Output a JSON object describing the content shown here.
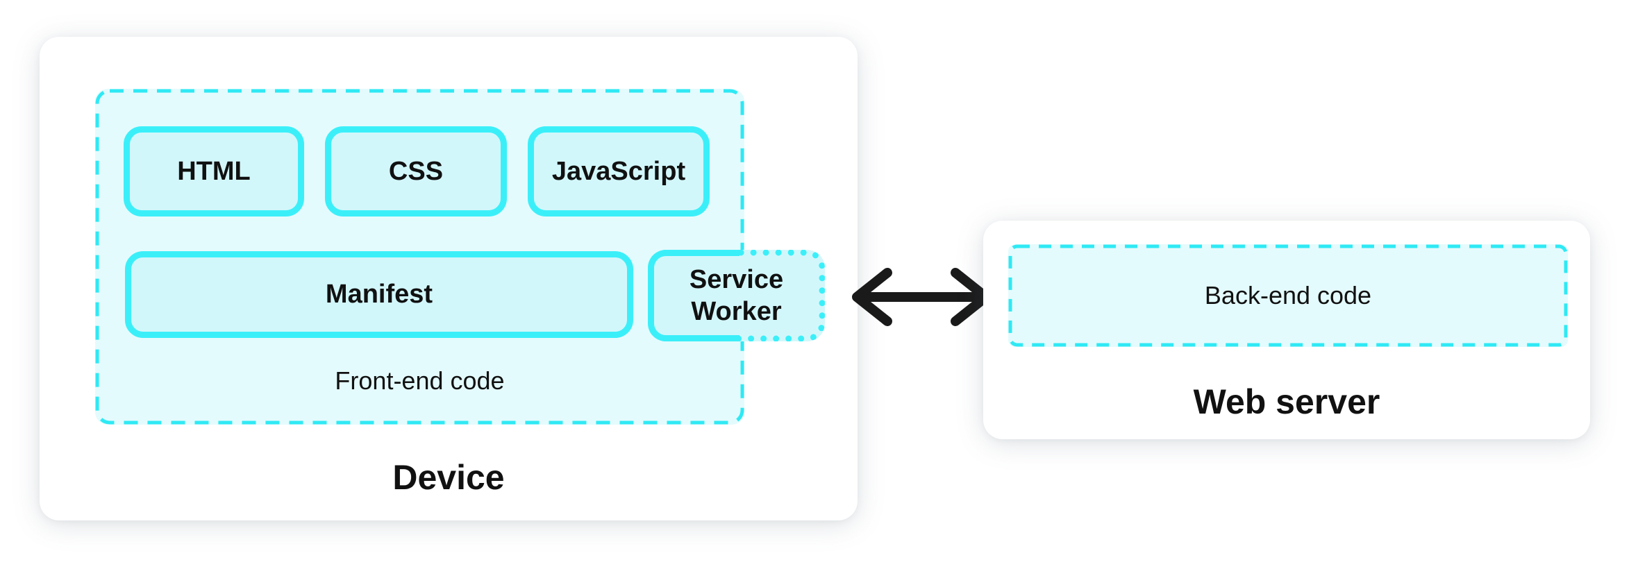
{
  "palette": {
    "cyan_border": "#3BEFF9",
    "cyan_dash": "#2FE9F4",
    "box_fill": "#D2F7FB",
    "container_fill": "#E4FBFD",
    "card_bg": "#FFFFFF",
    "text": "#111111",
    "arrow": "#1A1A1A"
  },
  "device": {
    "title": "Device",
    "frontend": {
      "label": "Front-end code",
      "boxes": [
        "HTML",
        "CSS",
        "JavaScript"
      ],
      "manifest_label": "Manifest",
      "service_worker_label": "Service Worker"
    }
  },
  "server": {
    "title": "Web server",
    "backend_label": "Back-end code"
  }
}
